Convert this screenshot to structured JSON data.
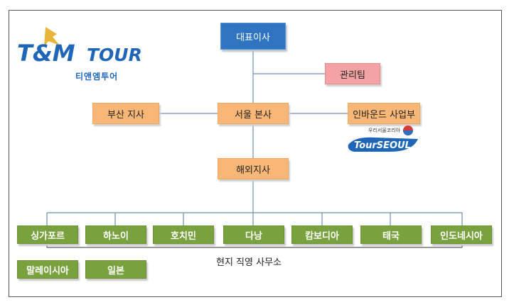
{
  "logo": {
    "brand_prefix": "T&M",
    "brand_suffix": "TOUR",
    "brand_korean": "티앤엠투어"
  },
  "nodes": {
    "ceo": "대표이사",
    "management": "관리팀",
    "busan": "부산 지사",
    "seoul": "서울 본사",
    "inbound": "인바운드 사업부",
    "overseas": "해외지사"
  },
  "tour_seoul": {
    "script": "우리서울코리아",
    "name": "TourSEOUL"
  },
  "branches": [
    "싱가포르",
    "하노이",
    "호치민",
    "다낭",
    "캄보디아",
    "태국",
    "인도네시아"
  ],
  "extra_branches": [
    "말레이시아",
    "일본"
  ],
  "local_offices_label": "현지 직영 사무소",
  "colors": {
    "blue": "#2f74c0",
    "orange": "#f9b777",
    "pink": "#f3a3a3",
    "green": "#79a23e",
    "logo_blue": "#1f66b8",
    "logo_gold": "#e8b43a"
  }
}
